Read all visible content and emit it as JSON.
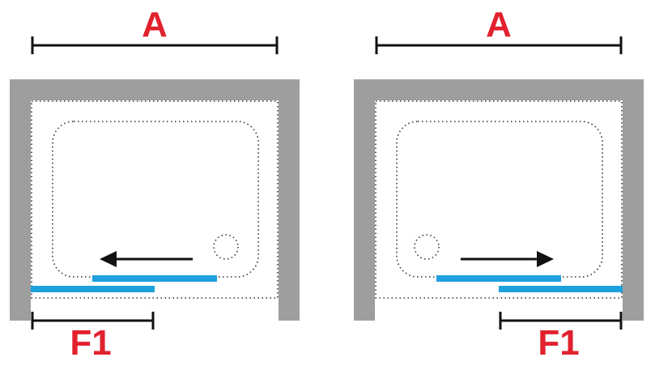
{
  "colors": {
    "label_red": "#e1222e",
    "wall_gray": "#9e9e9e",
    "panel_blue": "#1ea0dc",
    "line_black": "#111111",
    "dotted": "#333333"
  },
  "diagrams": [
    {
      "width_label": "A",
      "opening_label": "F1",
      "slide_direction": "left",
      "drain_side": "right"
    },
    {
      "width_label": "A",
      "opening_label": "F1",
      "slide_direction": "right",
      "drain_side": "left"
    }
  ]
}
